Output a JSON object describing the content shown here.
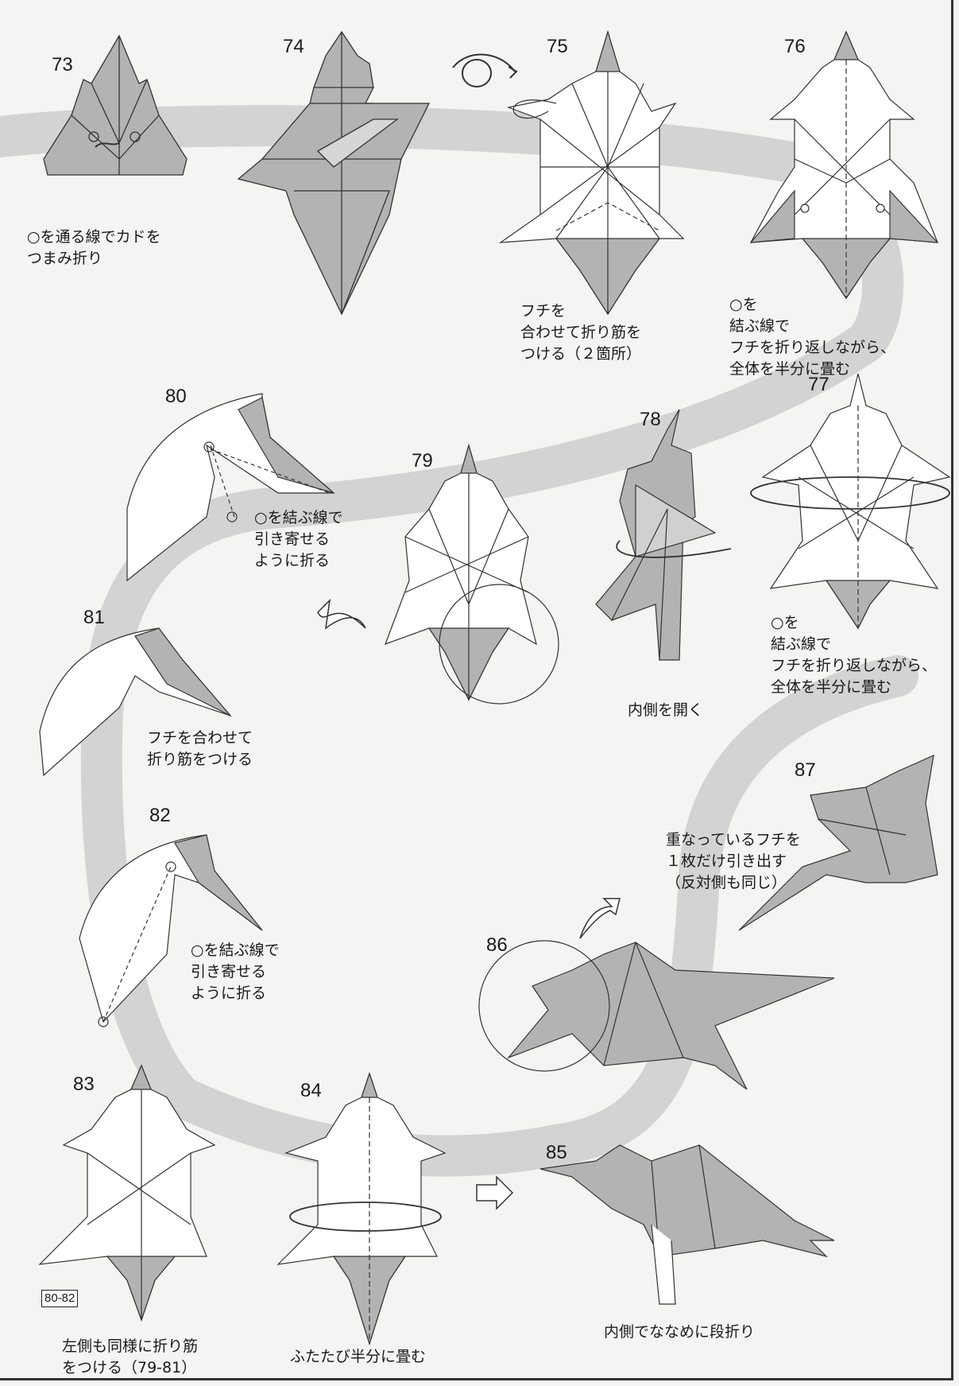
{
  "steps": [
    {
      "number": "73",
      "caption": "○を通る線でカドを\nつまみ折り"
    },
    {
      "number": "74",
      "caption": ""
    },
    {
      "number": "75",
      "caption": "フチを\n合わせて折り筋を\nつける（２箇所）"
    },
    {
      "number": "76",
      "caption": "○を\n結ぶ線で\nフチを折り返しながら、\n全体を半分に畳む"
    },
    {
      "number": "77",
      "caption": "○を\n結ぶ線で\nフチを折り返しながら、\n全体を半分に畳む"
    },
    {
      "number": "78",
      "caption": "内側を開く"
    },
    {
      "number": "79",
      "caption": ""
    },
    {
      "number": "80",
      "caption": "○を結ぶ線で\n引き寄せる\nように折る"
    },
    {
      "number": "81",
      "caption": "フチを合わせて\n折り筋をつける"
    },
    {
      "number": "82",
      "caption": "○を結ぶ線で\n引き寄せる\nように折る"
    },
    {
      "number": "83",
      "caption": "左側も同様に折り筋\nをつける（79-81）"
    },
    {
      "number": "84",
      "caption": "ふたたび半分に畳む"
    },
    {
      "number": "85",
      "caption": "内側でななめに段折り"
    },
    {
      "number": "86",
      "caption": ""
    },
    {
      "number": "87",
      "caption": "重なっているフチを\n１枚だけ引き出す\n（反対側も同じ）"
    }
  ],
  "reference_box": "80-82",
  "colors": {
    "paper_gray": "#b3b3b3",
    "paper_white": "#ffffff",
    "path_band": "#cfcfcf",
    "line": "#333333"
  }
}
